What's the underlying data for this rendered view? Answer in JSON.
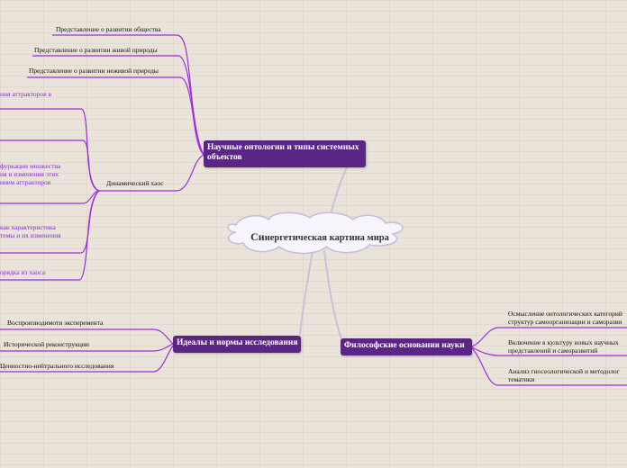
{
  "center": {
    "title_bold": "Си",
    "title_rest": "нергетическая картина мира"
  },
  "topics": {
    "ontology": "Научные онтологии и типы системных объектов",
    "ideals": "Идеалы и нормы исследования",
    "philosophy": "Философские основания науки"
  },
  "ontology_leaves": [
    "Представление о развитии общества",
    "Представление о развитии живой природы",
    "Представление о развитии неживой природы",
    "Динамический хаос"
  ],
  "chaos_children": [
    {
      "lines": [
        "ния аттракторов в"
      ]
    },
    {
      "lines": [
        "фуркации множества",
        "ия и изменения этих",
        "нием аттракторов"
      ]
    },
    {
      "lines": [
        "как характеристика",
        "темы и их изменения"
      ]
    },
    {
      "lines": [
        "орядка из хаоса"
      ]
    }
  ],
  "ideals_leaves": [
    "Воспроизводимоти эксперемента",
    "Исторической реконструкции",
    "Ценностно-нейтрального исследования"
  ],
  "philosophy_leaves": [
    {
      "lines": [
        "Осмысление онтологических категорий",
        "структур самоорганизации и саморазви"
      ]
    },
    {
      "lines": [
        "Включение в культуру новых научных",
        "представлений и саморазвитий"
      ]
    },
    {
      "lines": [
        "Анализ гносеологической и методолог",
        "тематики"
      ]
    }
  ],
  "colors": {
    "topic": "#5b2586",
    "line": "#9b2fd9",
    "center_line": "#c9c3e0",
    "leaf_purple": "#8a2bd6"
  }
}
